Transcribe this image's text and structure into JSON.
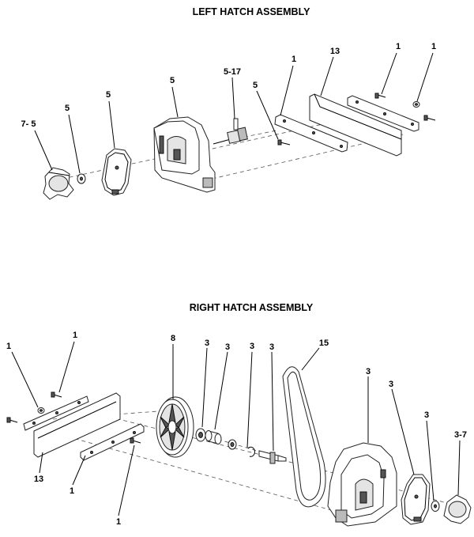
{
  "left_assembly": {
    "title": "LEFT HATCH ASSEMBLY",
    "callouts": [
      "7- 5",
      "5",
      "5",
      "5",
      "5-17",
      "5",
      "1",
      "13",
      "1",
      "1"
    ]
  },
  "right_assembly": {
    "title": "RIGHT HATCH ASSEMBLY",
    "callouts": [
      "1",
      "1",
      "13",
      "1",
      "1",
      "8",
      "3",
      "3",
      "3",
      "3",
      "15",
      "3",
      "3",
      "3",
      "3-7"
    ]
  }
}
